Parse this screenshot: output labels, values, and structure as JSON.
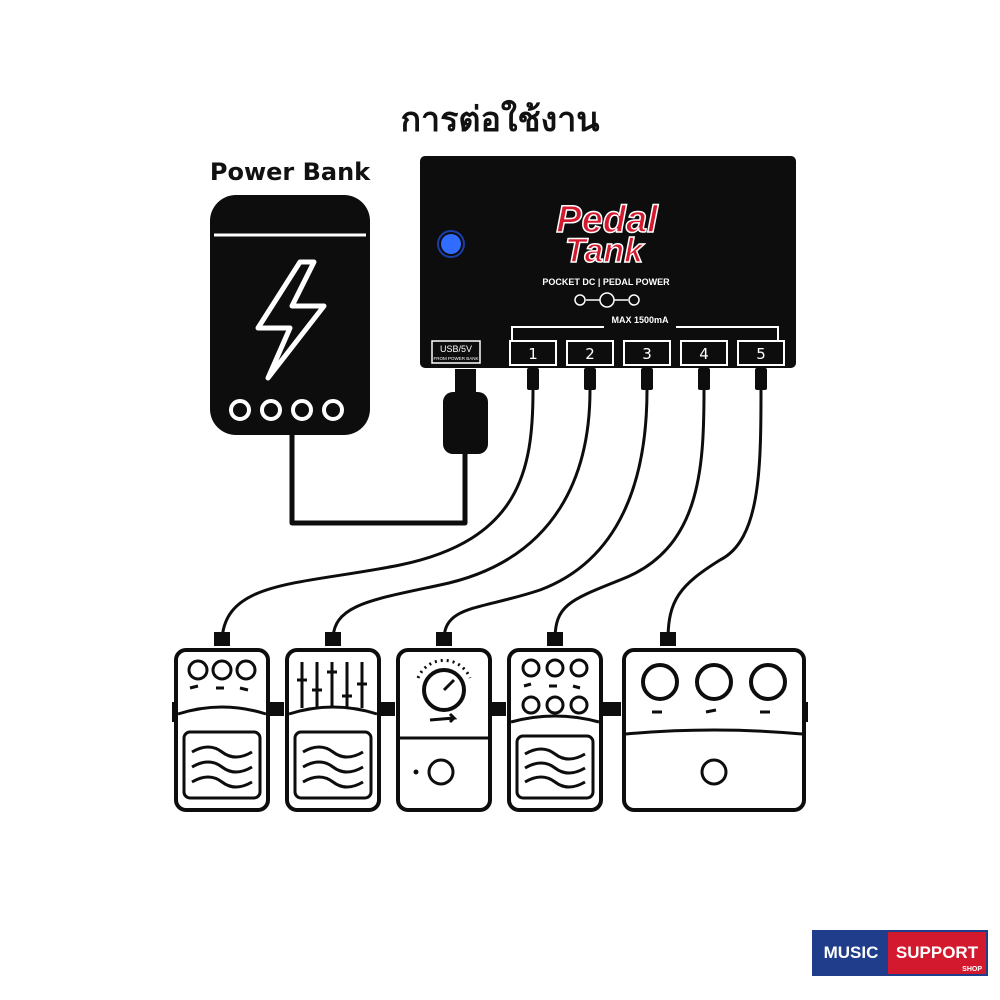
{
  "title": "การต่อใช้งาน",
  "power_bank": {
    "label": "Power Bank"
  },
  "pedal_power": {
    "brand_line1": "Pedal",
    "brand_line2": "Tank",
    "subtitle": "POCKET DC | PEDAL POWER",
    "max_label": "MAX 1500mA",
    "usb_label": "USB/5V",
    "usb_sub": "FROM POWER BANK",
    "ports": [
      "1",
      "2",
      "3",
      "4",
      "5"
    ]
  },
  "logo": {
    "left": "MUSIC",
    "right": "SUPPORT",
    "sub": "SHOP"
  },
  "colors": {
    "box": "#0d0d0d",
    "brand": "#d3192d",
    "led": "#2f6cff",
    "logo_blue": "#1f3d8a",
    "logo_red": "#d3192d"
  }
}
